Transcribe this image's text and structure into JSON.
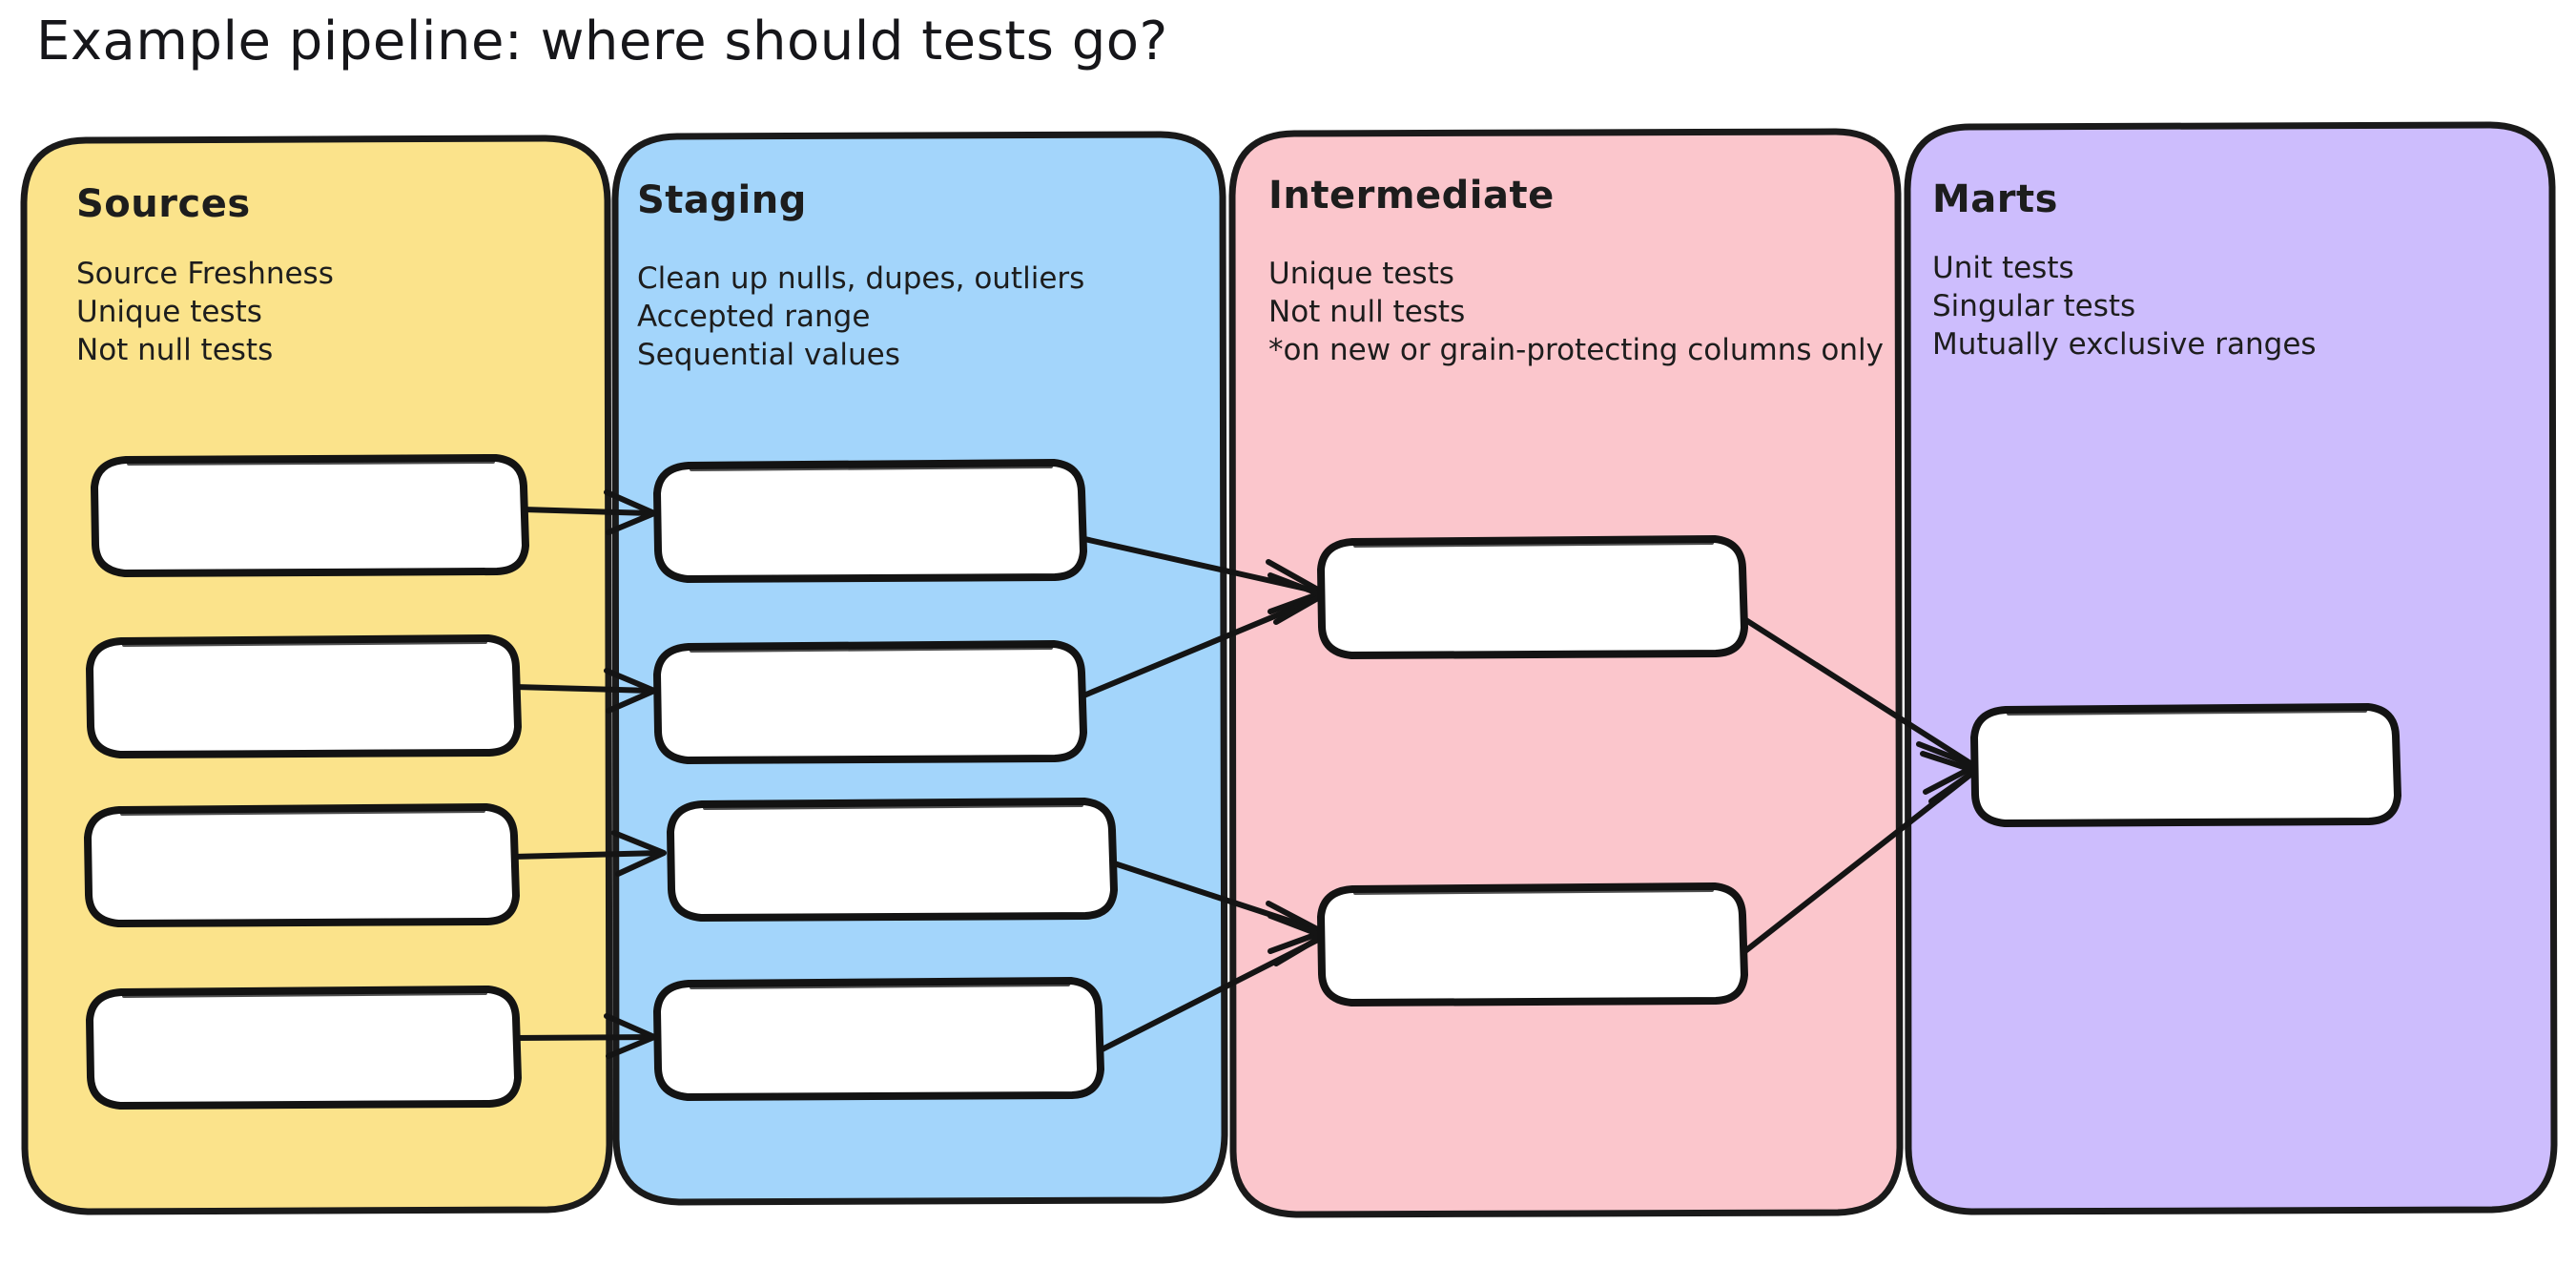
{
  "title": "Example pipeline: where should tests go?",
  "colors": {
    "sources_fill": "#FBE38B",
    "staging_fill": "#A3D5FB",
    "intermediate_fill": "#FBC6CC",
    "marts_fill": "#CDBDFD",
    "stroke": "#1a1a1a",
    "node_fill": "#ffffff",
    "background": "#ffffff"
  },
  "columns": [
    {
      "id": "sources",
      "title": "Sources",
      "lines": [
        "Source Freshness",
        "Unique tests",
        "Not null tests"
      ],
      "node_count": 4
    },
    {
      "id": "staging",
      "title": "Staging",
      "lines": [
        "Clean up nulls, dupes, outliers",
        "Accepted range",
        "Sequential values"
      ],
      "node_count": 4
    },
    {
      "id": "intermediate",
      "title": "Intermediate",
      "lines": [
        "Unique tests",
        "Not null tests",
        "*on new or grain-protecting columns only"
      ],
      "node_count": 2
    },
    {
      "id": "marts",
      "title": "Marts",
      "lines": [
        "Unit tests",
        "Singular tests",
        "Mutually exclusive ranges"
      ],
      "node_count": 1
    }
  ],
  "edges": [
    {
      "from": "sources-node-1",
      "to": "staging-node-1"
    },
    {
      "from": "sources-node-2",
      "to": "staging-node-2"
    },
    {
      "from": "sources-node-3",
      "to": "staging-node-3"
    },
    {
      "from": "sources-node-4",
      "to": "staging-node-4"
    },
    {
      "from": "staging-node-1",
      "to": "intermediate-node-1"
    },
    {
      "from": "staging-node-2",
      "to": "intermediate-node-1"
    },
    {
      "from": "staging-node-3",
      "to": "intermediate-node-2"
    },
    {
      "from": "staging-node-4",
      "to": "intermediate-node-2"
    },
    {
      "from": "intermediate-node-1",
      "to": "marts-node-1"
    },
    {
      "from": "intermediate-node-2",
      "to": "marts-node-1"
    }
  ]
}
